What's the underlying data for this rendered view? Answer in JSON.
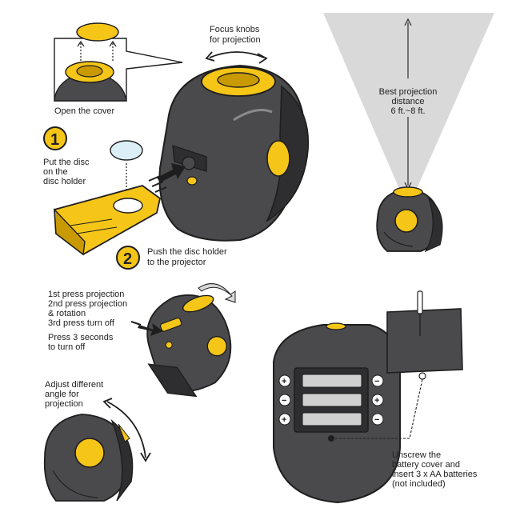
{
  "colors": {
    "accent": "#F5C518",
    "accent_dark": "#C99A00",
    "body": "#4A4A4C",
    "body_dark": "#2E2E30",
    "outline": "#1E1E1E",
    "beam": "#D9D9D9"
  },
  "labels": {
    "open_cover": "Open the cover",
    "focus_knobs": [
      "Focus knobs",
      "for projection"
    ],
    "best_distance": [
      "Best projection",
      "distance",
      "6 ft.~8 ft."
    ],
    "put_disc": [
      "Put the disc",
      "on the",
      "disc holder"
    ],
    "push_holder": [
      "Push the disc holder",
      "to the projector"
    ],
    "press_modes": [
      "1st press projection",
      "2nd press projection",
      "& rotation",
      "3rd press turn off"
    ],
    "press_hold": [
      "Press 3 seconds",
      "to turn off"
    ],
    "adjust_angle": [
      "Adjust different",
      "angle for",
      "projection"
    ],
    "battery": [
      "Unscrew the",
      "battery cover and",
      "insert 3 x AA batteries",
      "(not included)"
    ]
  },
  "steps": [
    "1",
    "2"
  ],
  "battery_signs": {
    "left": [
      "+",
      "−",
      "+"
    ],
    "right": [
      "−",
      "+",
      "−"
    ]
  },
  "icons": [
    "up-arrow-icon",
    "curved-double-arrow-icon",
    "push-arrow-icon",
    "rotate-arrow-icon",
    "battery-icon",
    "screw-icon",
    "screwdriver-icon"
  ]
}
